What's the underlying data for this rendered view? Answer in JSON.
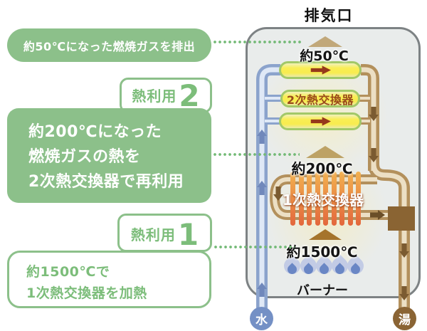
{
  "colors": {
    "green": "#8cc08a",
    "unit_border": "#7d8284",
    "blue_pipe": "#8ba3cc",
    "tan_pipe": "#b3905c",
    "tube_yellow": "#f9ee55",
    "fin_orange": "#e3673c",
    "mixer_box_brown": "#8a6433",
    "water_blue": "#7490c5",
    "hot_brown": "#8a6434"
  },
  "callouts": {
    "exhaust_note": "約50℃になった燃焼ガスを排出",
    "heat_use_2": {
      "label": "熱利用",
      "number": "2",
      "line1": "約200℃になった",
      "line2": "燃焼ガスの熱を",
      "line3": "2次熱交換器で再利用"
    },
    "heat_use_1": {
      "label": "熱利用",
      "number": "1",
      "line1": "約1500℃で",
      "line2": "1次熱交換器を加熱"
    }
  },
  "unit": {
    "title": "排気口",
    "exhaust_temp": "約50℃",
    "secondary_exchanger": "2次熱交換器",
    "mid_temp": "約200℃",
    "primary_exchanger": "1次熱交換器",
    "burner_temp": "約1500℃",
    "burner": "バーナー",
    "inlet": "水",
    "outlet": "湯"
  }
}
